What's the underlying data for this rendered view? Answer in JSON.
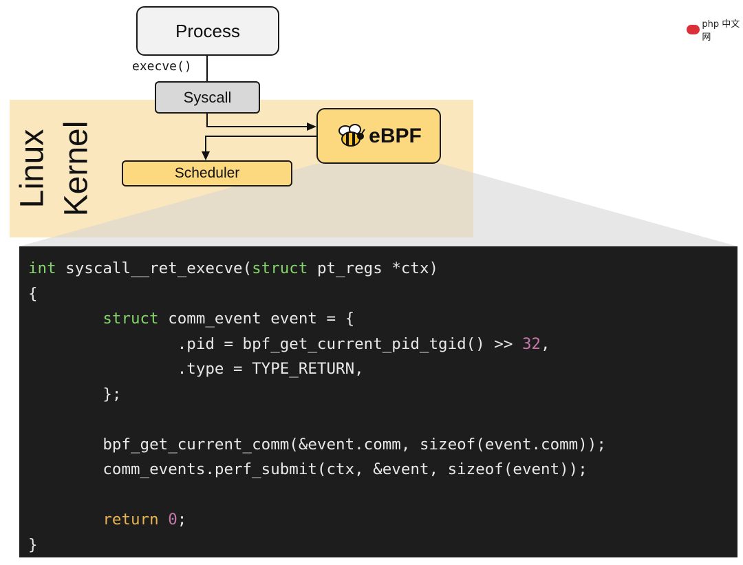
{
  "diagram": {
    "process_label": "Process",
    "execve_label": "execve()",
    "syscall_label": "Syscall",
    "ebpf_label": "eBPF",
    "scheduler_label": "Scheduler",
    "kernel_label_line1": "Linux",
    "kernel_label_line2": "Kernel"
  },
  "watermark": {
    "text": "php 中文网"
  },
  "code": {
    "lines": [
      [
        "int",
        " syscall__ret_execve(",
        "struct",
        " pt_regs *ctx)"
      ],
      [
        "{"
      ],
      [
        "        ",
        "struct",
        " comm_event event = {"
      ],
      [
        "                .pid = bpf_get_current_pid_tgid() >> ",
        "32",
        ","
      ],
      [
        "                .type = TYPE_RETURN,"
      ],
      [
        "        };"
      ],
      [
        ""
      ],
      [
        "        bpf_get_current_comm(&event.comm, sizeof(event.comm));"
      ],
      [
        "        comm_events.perf_submit(ctx, &event, sizeof(event));"
      ],
      [
        ""
      ],
      [
        "        ",
        "return",
        " ",
        "0",
        ";"
      ],
      [
        "}"
      ]
    ]
  },
  "colors": {
    "kernel_bg": "#fbe7bd",
    "ebpf_fill": "#fcd97f",
    "scheduler_fill": "#fcd97f",
    "syscall_fill": "#d8d8d8",
    "process_fill": "#f2f2f2",
    "code_bg": "#1d1d1d",
    "keyword_green": "#84d36a",
    "keyword_orange": "#e7b451",
    "number_purple": "#c478aa"
  }
}
